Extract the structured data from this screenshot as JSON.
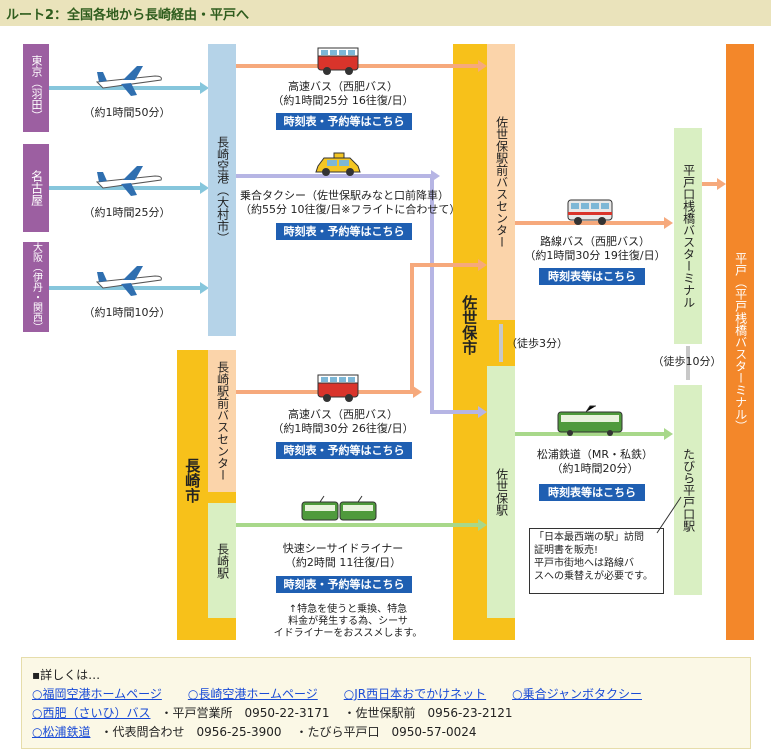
{
  "header": {
    "title": "ルート2：全国各地から長崎経由・平戸へ"
  },
  "origins": [
    {
      "label": "東京（羽田）",
      "duration": "（約1時間50分）"
    },
    {
      "label": "名古屋",
      "duration": "（約1時間25分）"
    },
    {
      "label": "大阪（伊丹・関西）",
      "duration": "（約1時間10分）"
    }
  ],
  "nagasaki_airport": "長崎空港（大村市）",
  "nagasaki_city": "長崎市",
  "nagasaki_bus_center": "長崎駅前バスセンター",
  "nagasaki_station": "長崎駅",
  "sasebo_city": "佐世保市",
  "sasebo_bus_center": "佐世保駅前バスセンター",
  "sasebo_station": "佐世保駅",
  "hirado_bus_terminal": "平戸口桟橋バスターミナル",
  "tabira_station": "たびら平戸口駅",
  "hirado": "平戸（平戸桟橋バスターミナル）",
  "walk_sasebo": "（徒歩3分）",
  "walk_tabira": "（徒歩10分）",
  "routes": {
    "airport_bus": {
      "line1": "高速バス（西肥バス）",
      "line2": "（約1時間25分 16往復/日）",
      "button": "時刻表・予約等はこちら"
    },
    "taxi": {
      "line1": "乗合タクシー（佐世保駅みなと口前降車）",
      "line2": "（約55分 10往復/日※フライトに合わせて）",
      "button": "時刻表・予約等はこちら"
    },
    "city_bus": {
      "line1": "高速バス（西肥バス）",
      "line2": "（約1時間30分 26往復/日）",
      "button": "時刻表・予約等はこちら"
    },
    "seaside_liner": {
      "line1": "快速シーサイドライナー",
      "line2": "（約2時間 11往復/日）",
      "button": "時刻表・予約等はこちら"
    },
    "local_bus": {
      "line1": "路線バス（西肥バス）",
      "line2": "（約1時間30分 19往復/日）",
      "button": "時刻表等はこちら"
    },
    "matsuura_rail": {
      "line1": "松浦鉄道（MR・私鉄）",
      "line2": "（約1時間20分）",
      "button": "時刻表等はこちら"
    }
  },
  "liner_note": {
    "line1": "↑特急を使うと乗換、特急",
    "line2": "料金が発生する為、シーサ",
    "line3": "イドライナーをおススメします。"
  },
  "cert_note": {
    "line1": "「日本最西端の駅」訪問",
    "line2": "証明書を販売!",
    "line3": "平戸市街地へは路線バ",
    "line4": "スへの乗替えが必要です。"
  },
  "footer": {
    "intro": "▪詳しくは…",
    "links_row1": [
      "○福岡空港ホームページ",
      "○長崎空港ホームページ",
      "○JR西日本おでかけネット",
      "○乗合ジャンボタクシー"
    ],
    "saihi_link": "○西肥（さいひ）バス",
    "saihi_info1": "・平戸営業所　0950-22-3171",
    "saihi_info2": "・佐世保駅前　0956-23-2121",
    "matsuura_link": "○松浦鉄道",
    "matsuura_info1": "・代表問合わせ　0956-25-3900",
    "matsuura_info2": "・たびら平戸口　0950-57-0024"
  },
  "colors": {
    "purple": "#9c5fa1",
    "yellow": "#f7c11a",
    "orange": "#f3872a",
    "button_blue": "#1f5fb2"
  }
}
